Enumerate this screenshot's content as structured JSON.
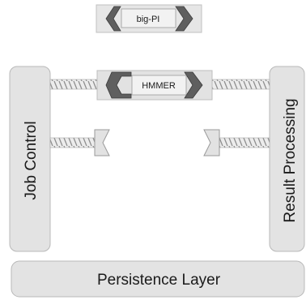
{
  "diagram": {
    "plugin_top_label": "big-PI",
    "plugin_main_label": "HMMER",
    "left_column_label": "Job Control",
    "right_column_label": "Result Processing",
    "bottom_bar_label": "Persistence Layer"
  },
  "colors": {
    "panel_fill": "#e3e3e3",
    "panel_stroke": "#b8b8b8",
    "dark_chevron": "#6e6e6e",
    "label_box_fill": "#f2f2f2",
    "text": "#1a1a1a"
  }
}
